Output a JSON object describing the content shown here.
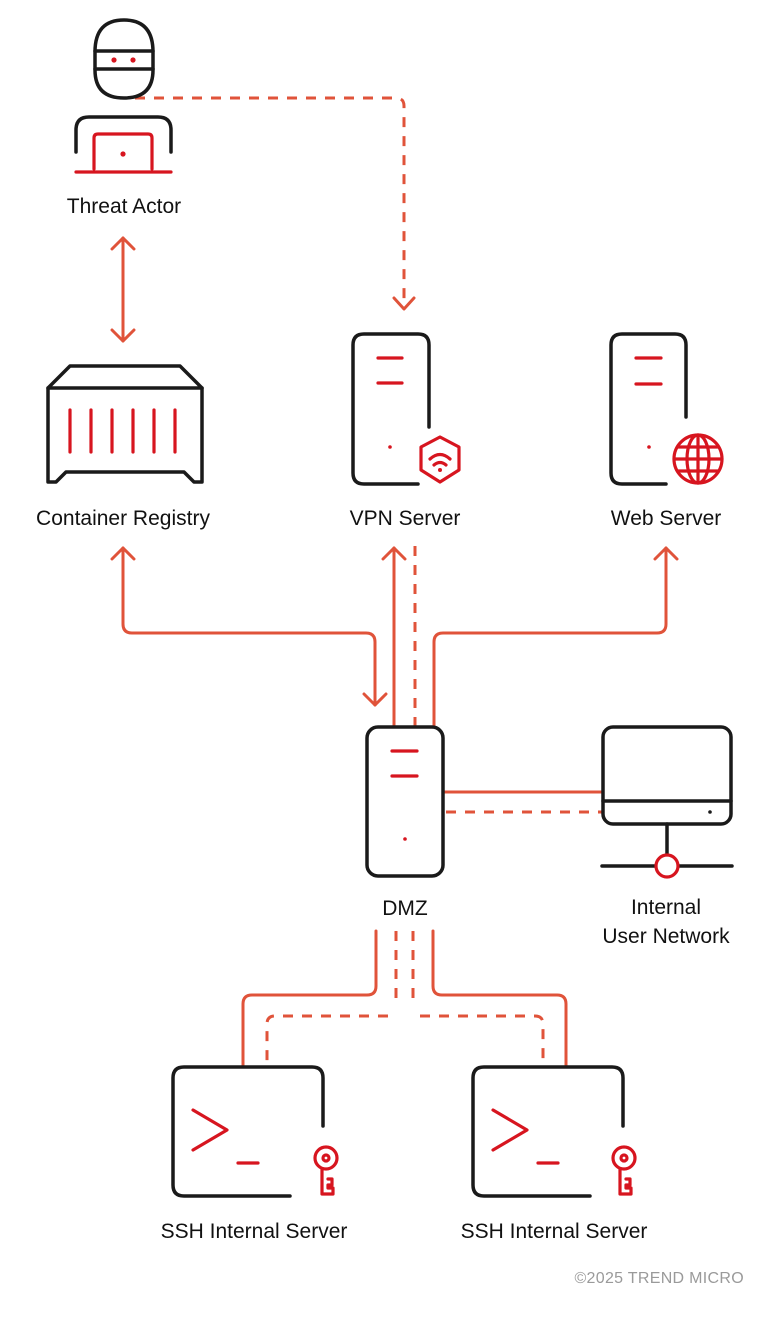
{
  "nodes": {
    "threat_actor": {
      "label": "Threat Actor",
      "icon": "hacker-laptop-icon"
    },
    "container_registry": {
      "label": "Container Registry",
      "icon": "container-icon"
    },
    "vpn_server": {
      "label": "VPN Server",
      "icon": "server-shield-wifi-icon"
    },
    "web_server": {
      "label": "Web Server",
      "icon": "server-globe-icon"
    },
    "dmz": {
      "label": "DMZ",
      "icon": "server-icon"
    },
    "internal_network": {
      "label_line1": "Internal",
      "label_line2": "User Network",
      "icon": "monitor-network-icon"
    },
    "ssh_server_1": {
      "label": "SSH Internal Server",
      "icon": "terminal-key-icon"
    },
    "ssh_server_2": {
      "label": "SSH Internal Server",
      "icon": "terminal-key-icon"
    }
  },
  "edges": [
    {
      "from": "Threat Actor",
      "to": "VPN Server",
      "style": "dashed",
      "direction": "forward"
    },
    {
      "from": "Threat Actor",
      "to": "Container Registry",
      "style": "solid",
      "direction": "bidirectional"
    },
    {
      "from": "DMZ",
      "to": "Container Registry",
      "style": "solid",
      "direction": "bidirectional"
    },
    {
      "from": "DMZ",
      "to": "VPN Server",
      "style": "solid",
      "direction": "forward"
    },
    {
      "from": "VPN Server",
      "to": "DMZ",
      "style": "dashed",
      "direction": "none"
    },
    {
      "from": "DMZ",
      "to": "Web Server",
      "style": "solid",
      "direction": "forward"
    },
    {
      "from": "DMZ",
      "to": "Internal User Network",
      "style": "solid",
      "direction": "none"
    },
    {
      "from": "DMZ",
      "to": "Internal User Network",
      "style": "dashed",
      "direction": "none"
    },
    {
      "from": "DMZ",
      "to": "SSH Internal Server (left)",
      "style": "solid",
      "direction": "none"
    },
    {
      "from": "DMZ",
      "to": "SSH Internal Server (left)",
      "style": "dashed",
      "direction": "none"
    },
    {
      "from": "DMZ",
      "to": "SSH Internal Server (right)",
      "style": "solid",
      "direction": "none"
    },
    {
      "from": "DMZ",
      "to": "SSH Internal Server (right)",
      "style": "dashed",
      "direction": "none"
    }
  ],
  "colors": {
    "connector": "#e0533a",
    "accent": "#d7151f",
    "ink": "#1a1a1a",
    "footer": "#9a9a9a"
  },
  "footer": {
    "copyright": "©2025 TREND MICRO"
  }
}
